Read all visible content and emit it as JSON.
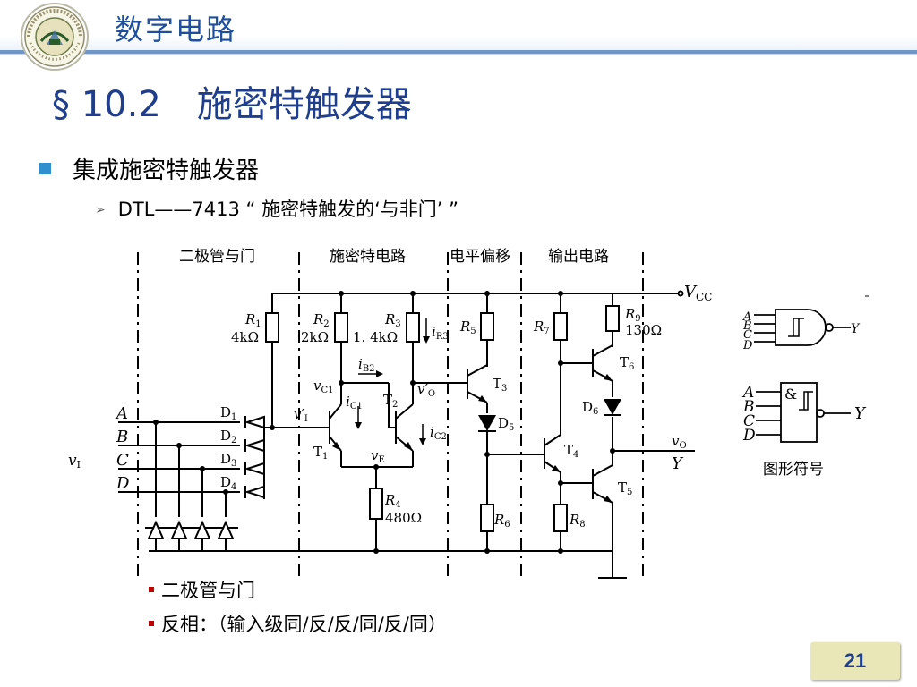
{
  "header": {
    "course_title": "数字电路",
    "logo_icon": "university-seal-icon"
  },
  "slide": {
    "title": "§ 10.2　施密特触发器",
    "bullet_1": "集成施密特触发器",
    "bullet_2": "DTL——7413 “ 施密特触发的‘与非门’ ”",
    "bullet_3a": "二极管与门",
    "bullet_3b": "反相：（输入级同/反/反/同/反/同）",
    "page_number": "21"
  },
  "colors": {
    "title": "#1f3f8c",
    "header_line": "#6e96c8",
    "bullet_blue": "#2f8fcf",
    "bullet_red": "#c00000",
    "page_badge": "#e9e7b8"
  },
  "circuit": {
    "sections": [
      "二极管与门",
      "施密特电路",
      "电平偏移",
      "输出电路"
    ],
    "vcc": "V",
    "vcc_sub": "CC",
    "inputs": [
      "A",
      "B",
      "C",
      "D"
    ],
    "vi": "v",
    "vi_sub": "I",
    "diodes": [
      "D",
      "D",
      "D",
      "D"
    ],
    "diode_subs": [
      "1",
      "2",
      "3",
      "4"
    ],
    "resistors": [
      {
        "name": "R",
        "sub": "1",
        "value": "4kΩ"
      },
      {
        "name": "R",
        "sub": "2",
        "value": "2kΩ"
      },
      {
        "name": "R",
        "sub": "3",
        "value": "1. 4kΩ"
      },
      {
        "name": "R",
        "sub": "4",
        "value": "480Ω"
      },
      {
        "name": "R",
        "sub": "5"
      },
      {
        "name": "R",
        "sub": "6"
      },
      {
        "name": "R",
        "sub": "7"
      },
      {
        "name": "R",
        "sub": "8"
      },
      {
        "name": "R",
        "sub": "9",
        "value": "130Ω"
      }
    ],
    "transistors": [
      "T",
      "T",
      "T",
      "T",
      "T",
      "T"
    ],
    "transistor_subs": [
      "1",
      "2",
      "3",
      "4",
      "5",
      "6"
    ],
    "d5": "D",
    "d5_sub": "5",
    "d6": "D",
    "d6_sub": "6",
    "vi_prime": "v′",
    "vi_prime_sub": "I",
    "vo_prime": "v′",
    "vo_prime_sub": "O",
    "vc1": "v",
    "vc1_sub": "C1",
    "ve": "v",
    "ve_sub": "E",
    "ib2": "i",
    "ib2_sub": "B2",
    "ic1": "i",
    "ic1_sub": "C1",
    "ic2": "i",
    "ic2_sub": "C2",
    "ir3": "i",
    "ir3_sub": "R3",
    "vo": "v",
    "vo_sub": "O",
    "y": "Y"
  },
  "symbols": {
    "gate1_inputs": [
      "A",
      "B",
      "C",
      "D"
    ],
    "gate1_output": "Y",
    "gate2_inputs": [
      "A",
      "B",
      "C",
      "D"
    ],
    "gate2_output": "Y",
    "gate2_label": "&",
    "caption": "图形符号"
  }
}
